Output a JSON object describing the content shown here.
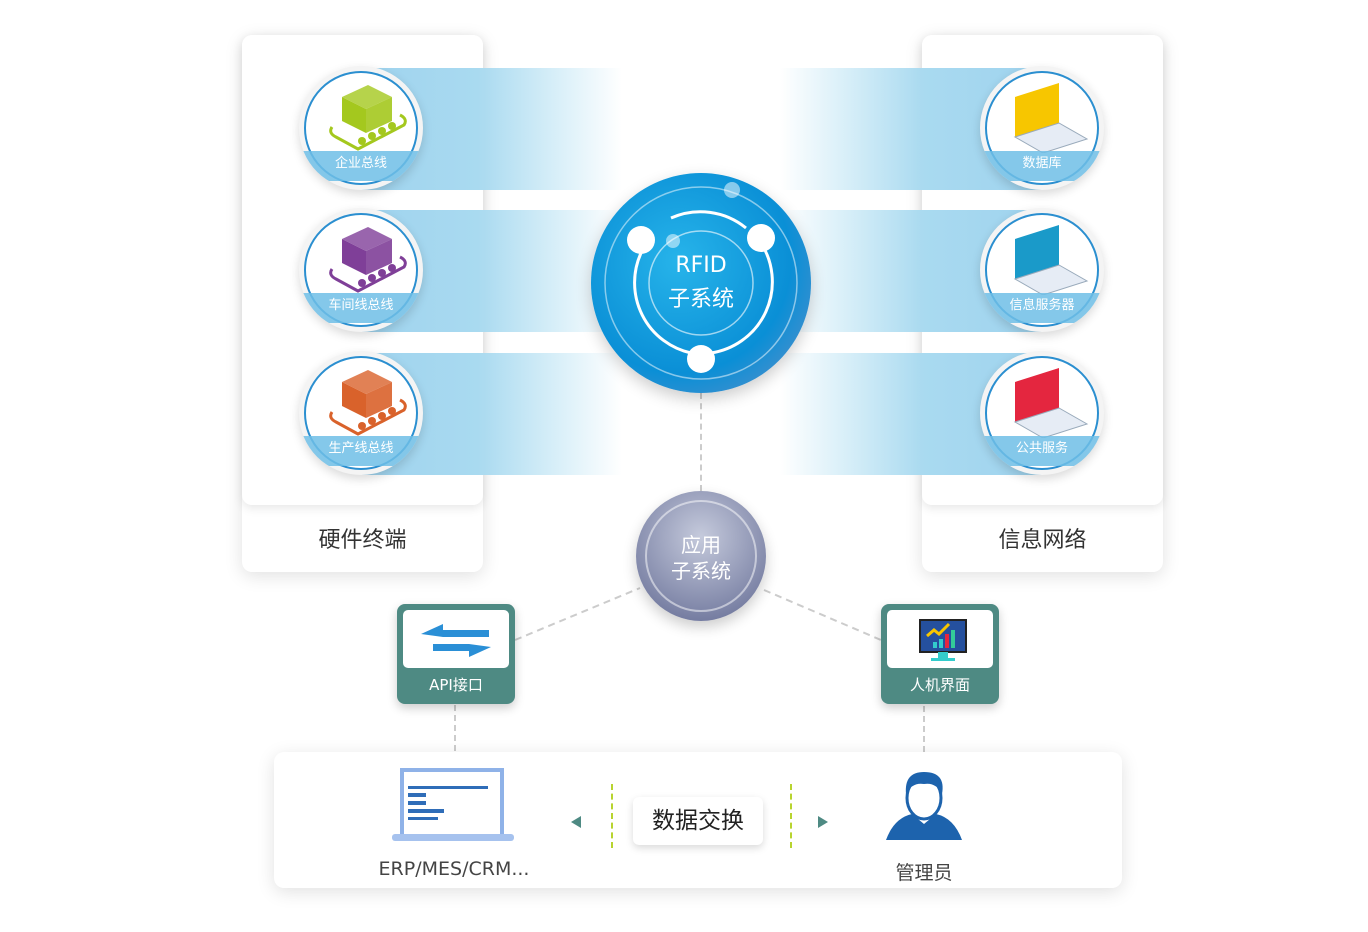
{
  "hardware": {
    "title": "硬件终端",
    "items": [
      {
        "label": "企业总线",
        "color": "#a4c81e"
      },
      {
        "label": "车间线总线",
        "color": "#7f3f98"
      },
      {
        "label": "生产线总线",
        "color": "#d9622b"
      }
    ]
  },
  "network": {
    "title": "信息网络",
    "items": [
      {
        "label": "数据库",
        "color": "#f7c600"
      },
      {
        "label": "信息服务器",
        "color": "#1a9ac9"
      },
      {
        "label": "公共服务",
        "color": "#e4263f"
      }
    ]
  },
  "rfid": {
    "line1": "RFID",
    "line2": "子系统"
  },
  "app": {
    "line1": "应用",
    "line2": "子系统"
  },
  "api": {
    "label": "API接口"
  },
  "hmi": {
    "label": "人机界面"
  },
  "bottom": {
    "erp": "ERP/MES/CRM...",
    "exchange": "数据交换",
    "admin": "管理员"
  }
}
